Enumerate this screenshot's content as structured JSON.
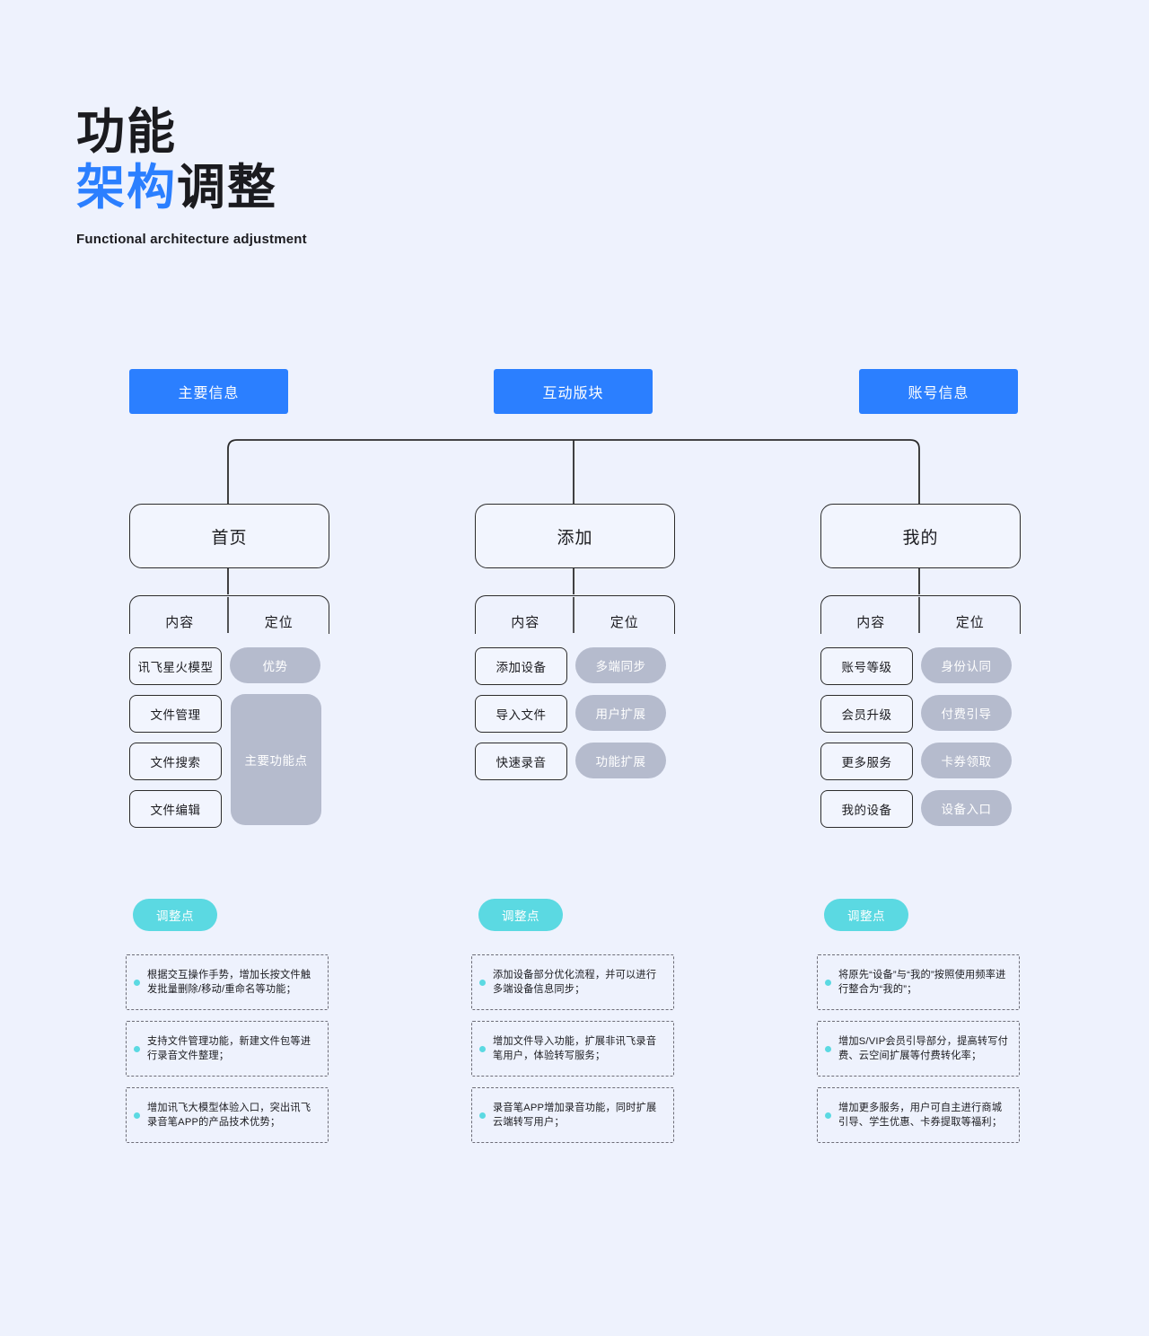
{
  "theme": {
    "background": "#eef2fd",
    "accent_blue": "#2b7fff",
    "accent_teal": "#5bd9e2",
    "pill_gray": "#b5bbcd",
    "ink": "#1b1b1f"
  },
  "header": {
    "title_line1": "功能",
    "title_line2_accent": "架构",
    "title_line2_rest": "调整",
    "subtitle": "Functional architecture adjustment"
  },
  "top_buttons": [
    {
      "label": "主要信息"
    },
    {
      "label": "互动版块"
    },
    {
      "label": "账号信息"
    }
  ],
  "column_headers": {
    "content": "内容",
    "position": "定位"
  },
  "columns": [
    {
      "node": "首页",
      "rows": [
        {
          "content": "讯飞星火模型",
          "position": "优势"
        },
        {
          "content": "文件管理",
          "position": ""
        },
        {
          "content": "文件搜索",
          "position": ""
        },
        {
          "content": "文件编辑",
          "position": ""
        }
      ],
      "merged_position": "主要功能点",
      "adjust_badge": "调整点",
      "notes": [
        "根据交互操作手势，增加长按文件触发批量删除/移动/重命名等功能；",
        "支持文件管理功能，新建文件包等进行录音文件整理；",
        "增加讯飞大模型体验入口，突出讯飞录音笔APP的产品技术优势；"
      ]
    },
    {
      "node": "添加",
      "rows": [
        {
          "content": "添加设备",
          "position": "多端同步"
        },
        {
          "content": "导入文件",
          "position": "用户扩展"
        },
        {
          "content": "快速录音",
          "position": "功能扩展"
        }
      ],
      "merged_position": "",
      "adjust_badge": "调整点",
      "notes": [
        "添加设备部分优化流程，并可以进行多端设备信息同步；",
        "增加文件导入功能，扩展非讯飞录音笔用户，体验转写服务；",
        "录音笔APP增加录音功能，同时扩展云端转写用户；"
      ]
    },
    {
      "node": "我的",
      "rows": [
        {
          "content": "账号等级",
          "position": "身份认同"
        },
        {
          "content": "会员升级",
          "position": "付费引导"
        },
        {
          "content": "更多服务",
          "position": "卡券领取"
        },
        {
          "content": "我的设备",
          "position": "设备入口"
        }
      ],
      "merged_position": "",
      "adjust_badge": "调整点",
      "notes": [
        "将原先“设备”与“我的”按照使用频率进行整合为“我的”；",
        "增加S/VIP会员引导部分，提高转写付费、云空间扩展等付费转化率；",
        "增加更多服务，用户可自主进行商城引导、学生优惠、卡券提取等福利；"
      ]
    }
  ]
}
